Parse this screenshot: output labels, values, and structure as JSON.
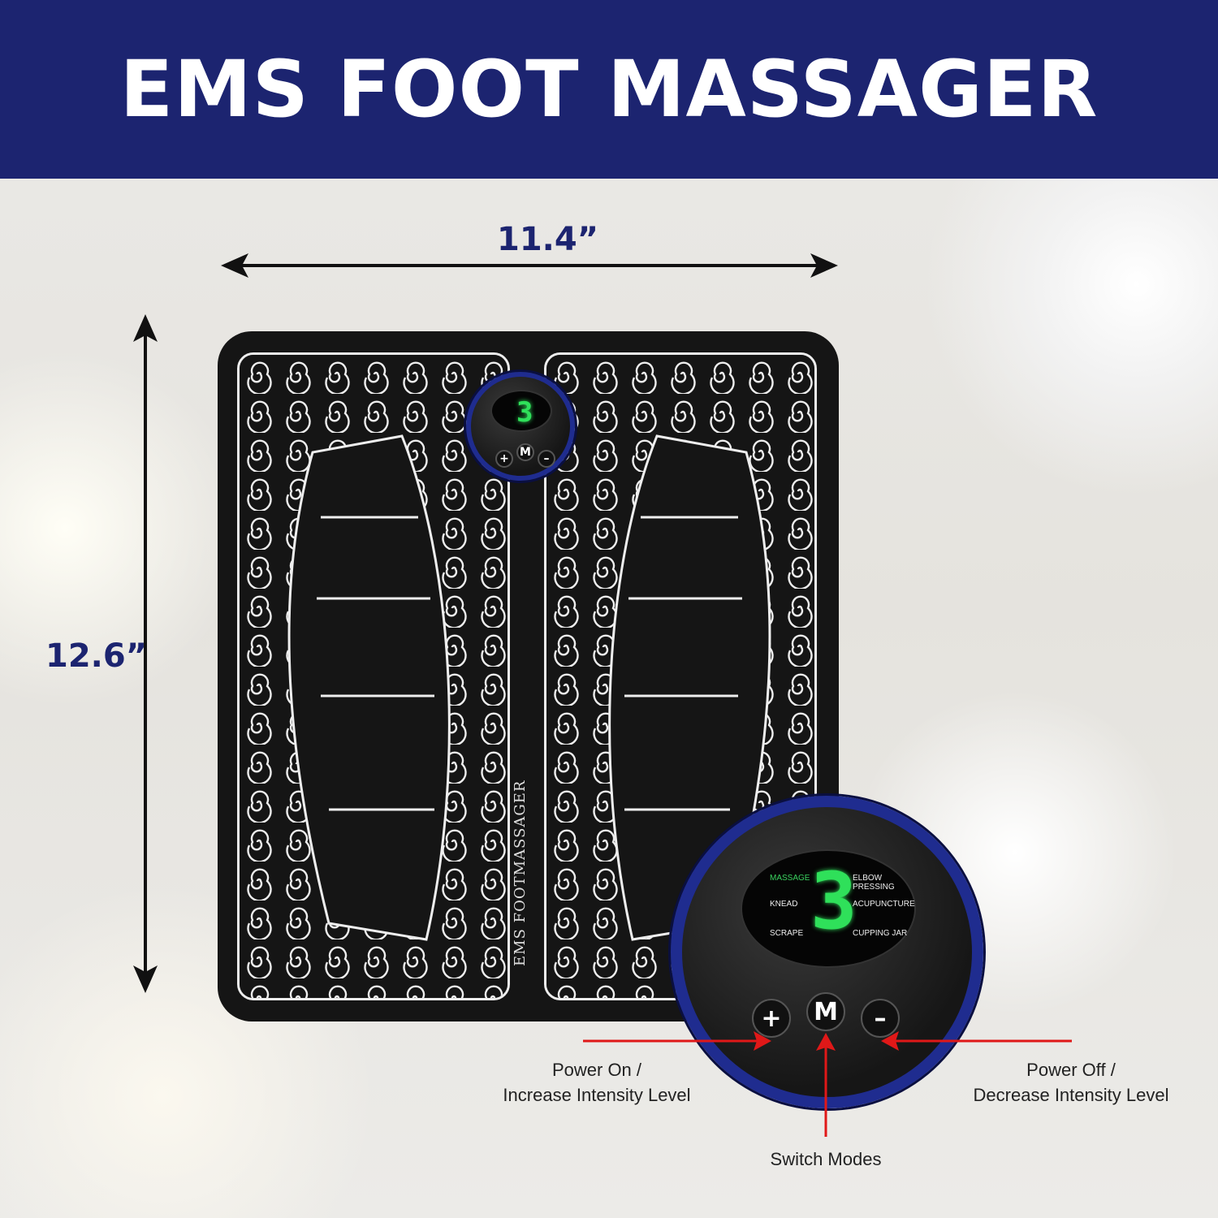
{
  "header": {
    "title": "EMS FOOT MASSAGER"
  },
  "dimensions": {
    "width": "11.4”",
    "height": "12.6”"
  },
  "mat": {
    "printed_text": "EMS FOOTMASSAGER"
  },
  "controller": {
    "display_digit": "3",
    "modes_left": [
      "MASSAGE",
      "KNEAD",
      "SCRAPE"
    ],
    "modes_right": [
      "ELBOW PRESSING",
      "ACUPUNCTURE",
      "CUPPING JAR"
    ],
    "active_mode": "MASSAGE",
    "buttons": {
      "plus": "+",
      "mode": "M",
      "minus": "–"
    }
  },
  "callouts": {
    "plus": "Power On / Increase Intensity Level",
    "plus_line1": "Power On /",
    "plus_line2": "Increase Intensity Level",
    "minus_line1": "Power Off /",
    "minus_line2": "Decrease Intensity Level",
    "mode": "Switch Modes"
  },
  "colors": {
    "header": "#1c2470",
    "lcd_green": "#2fe05a",
    "arrow": "#e01818",
    "ring": "#1f2c8f"
  }
}
